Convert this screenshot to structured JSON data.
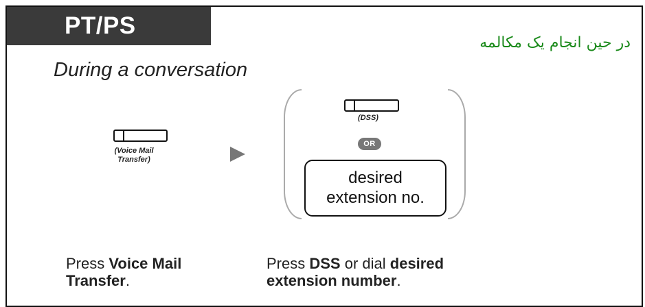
{
  "header": {
    "title": "PT/PS",
    "note": "در حین انجام یک مکالمه"
  },
  "section": {
    "title": "During a conversation"
  },
  "step1": {
    "key_caption_line1": "(Voice Mail",
    "key_caption_line2": "Transfer)",
    "text_prefix": "Press ",
    "text_bold1": "Voice Mail",
    "text_bold2": "Transfer",
    "text_suffix": "."
  },
  "step2": {
    "key_caption": "(DSS)",
    "or_label": "OR",
    "box_line1": "desired",
    "box_line2": "extension no.",
    "text_prefix": "Press ",
    "text_bold1": "DSS",
    "text_middle": " or dial ",
    "text_bold2": "desired",
    "text_bold3": "extension number",
    "text_suffix": "."
  },
  "colors": {
    "header_bg": "#3a3a3a",
    "note_color": "#1a8a1a",
    "arrow": "#777777",
    "brace": "#aaaaaa"
  }
}
